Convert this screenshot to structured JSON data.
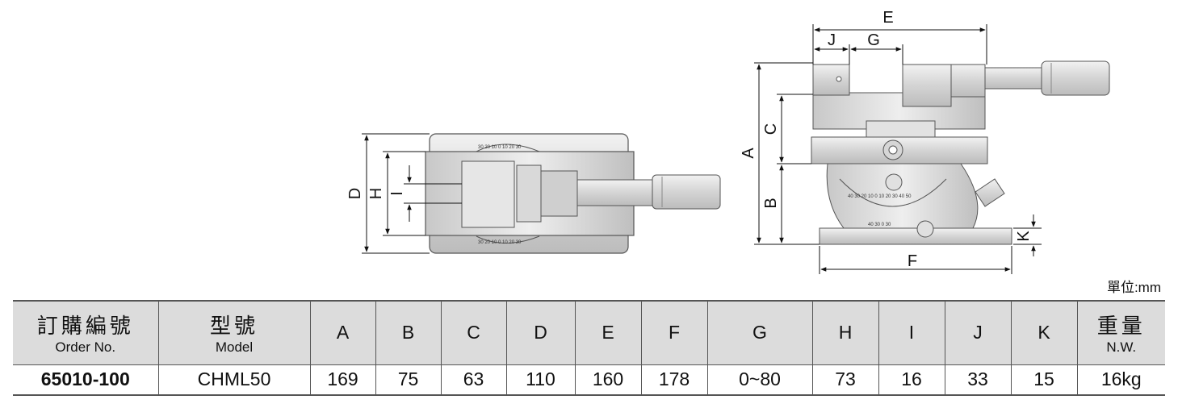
{
  "unit_label": "單位:mm",
  "dims": [
    "A",
    "B",
    "C",
    "D",
    "E",
    "F",
    "G",
    "H",
    "I",
    "J",
    "K"
  ],
  "header": {
    "order_cn": "訂購編號",
    "order_en": "Order No.",
    "model_cn": "型號",
    "model_en": "Model",
    "weight_cn": "重量",
    "weight_en": "N.W."
  },
  "row": {
    "order_no": "65010-100",
    "model": "CHML50",
    "values": [
      "169",
      "75",
      "63",
      "110",
      "160",
      "178",
      "0~80",
      "73",
      "16",
      "33",
      "15"
    ],
    "weight": "16kg"
  },
  "scale_top": "30 20 10 0 10 20 30",
  "scale_bottom": "30 20 10 0 10 20 30",
  "scale_side": "40 30 20 10 0 10 20 30 40 50",
  "scale_side_low": "40 30 0 30"
}
